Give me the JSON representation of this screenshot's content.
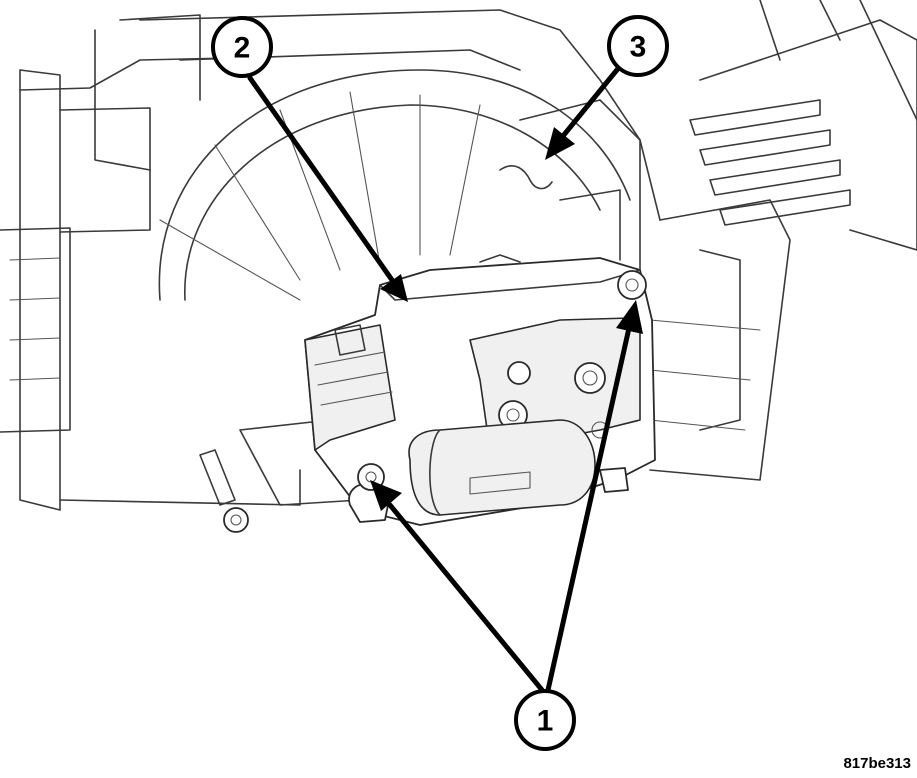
{
  "callouts": [
    {
      "number": "1"
    },
    {
      "number": "2"
    },
    {
      "number": "3"
    }
  ],
  "figure_id": "817be313",
  "colors": {
    "line": "#2a2a2a",
    "leader": "#000000",
    "background": "#ffffff"
  }
}
